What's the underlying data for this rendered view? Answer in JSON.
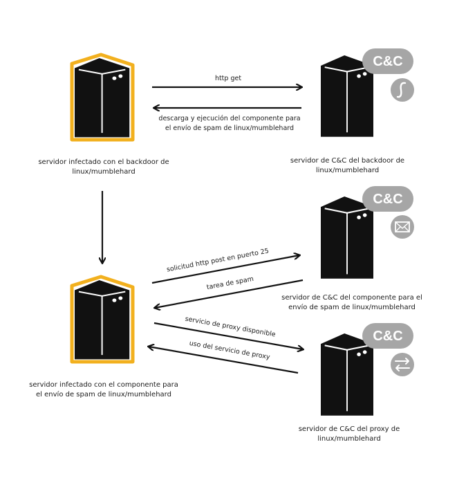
{
  "nodes": {
    "infected_backdoor": {
      "label_line1": "servidor infectado con el backdoor de",
      "label_line2": "linux/mumblehard",
      "highlight": "#f2b01e"
    },
    "cc_backdoor": {
      "label_line1": "servidor de C&C del backdoor de",
      "label_line2": "linux/mumblehard",
      "badge": "C&C",
      "icon": "script-icon"
    },
    "infected_spam": {
      "label_line1": "servidor infectado con el componente para",
      "label_line2": "el envío de spam de linux/mumblehard",
      "highlight": "#f2b01e"
    },
    "cc_spam": {
      "label_line1": "servidor de C&C del componente para el",
      "label_line2": "envío de spam de linux/mumblehard",
      "badge": "C&C",
      "icon": "envelope-icon"
    },
    "cc_proxy": {
      "label_line1": "servidor de C&C del proxy de",
      "label_line2": "linux/mumblehard",
      "badge": "C&C",
      "icon": "swap-arrows-icon"
    }
  },
  "arrows": {
    "http_get": "http get",
    "download_line1": "descarga y ejecución del componente para",
    "download_line2": "el envío de spam de linux/mumblehard",
    "http_post": "solicitud http post en puerto 25",
    "spam_task": "tarea de spam",
    "proxy_available": "servicio de proxy disponible",
    "proxy_usage": "uso del servicio de proxy"
  },
  "colors": {
    "server": "#111111",
    "badge": "#a6a6a6",
    "arrow": "#111111"
  }
}
